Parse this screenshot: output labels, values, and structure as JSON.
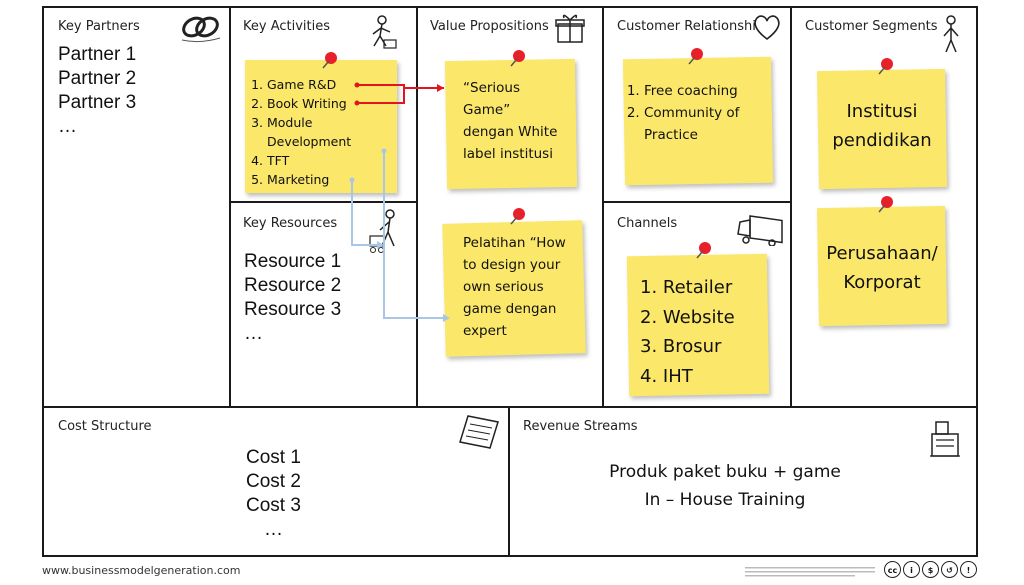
{
  "blocks": {
    "key_partners": "Key Partners",
    "key_activities": "Key Activities",
    "key_resources": "Key Resources",
    "value_propositions": "Value Propositions",
    "customer_relationships": "Customer Relationshi",
    "channels": "Channels",
    "customer_segments": "Customer Segments",
    "cost_structure": "Cost Structure",
    "revenue_streams": "Revenue Streams"
  },
  "partners": [
    "Partner 1",
    "Partner 2",
    "Partner 3",
    "…"
  ],
  "resources": [
    "Resource 1",
    "Resource 2",
    "Resource 3",
    "…"
  ],
  "costs": [
    "Cost 1",
    "Cost 2",
    "Cost 3",
    "…"
  ],
  "activities_note": [
    "Game R&D",
    "Book Writing",
    "Module Development",
    "TFT",
    "Marketing"
  ],
  "value_note_1": [
    "“Serious",
    "Game”",
    "dengan White",
    "label institusi"
  ],
  "value_note_2": [
    "Pelatihan “How",
    "to design your",
    "own serious",
    "game dengan",
    "expert"
  ],
  "relationship_note": [
    "Free coaching",
    "Community of Practice"
  ],
  "channels_note": [
    "Retailer",
    "Website",
    "Brosur",
    "IHT"
  ],
  "segment_note_1": [
    "Institusi",
    "pendidikan"
  ],
  "segment_note_2": [
    "Perusahaan/",
    "Korporat"
  ],
  "revenue": [
    "Produk paket buku + game",
    "In – House Training"
  ],
  "footer": {
    "url": "www.businessmodelgeneration.com"
  },
  "license_icons": [
    "cc-icon",
    "by-icon",
    "nc-icon",
    "sa-icon",
    "info-icon"
  ],
  "colors": {
    "note": "#fbe86a",
    "pin": "#e8202a",
    "red_arrow": "#e3141b",
    "blue_arrow": "#a9c7e4"
  },
  "connections": [
    {
      "from": "Game R&D",
      "to": "“Serious Game” dengan White label institusi",
      "color": "red"
    },
    {
      "from": "Book Writing",
      "to": "“Serious Game” dengan White label institusi",
      "color": "red"
    },
    {
      "from": "Marketing",
      "to": "Key Resources",
      "color": "blue"
    },
    {
      "from": "Development",
      "to": "Pelatihan “How to design your own serious game dengan expert",
      "color": "blue"
    }
  ]
}
